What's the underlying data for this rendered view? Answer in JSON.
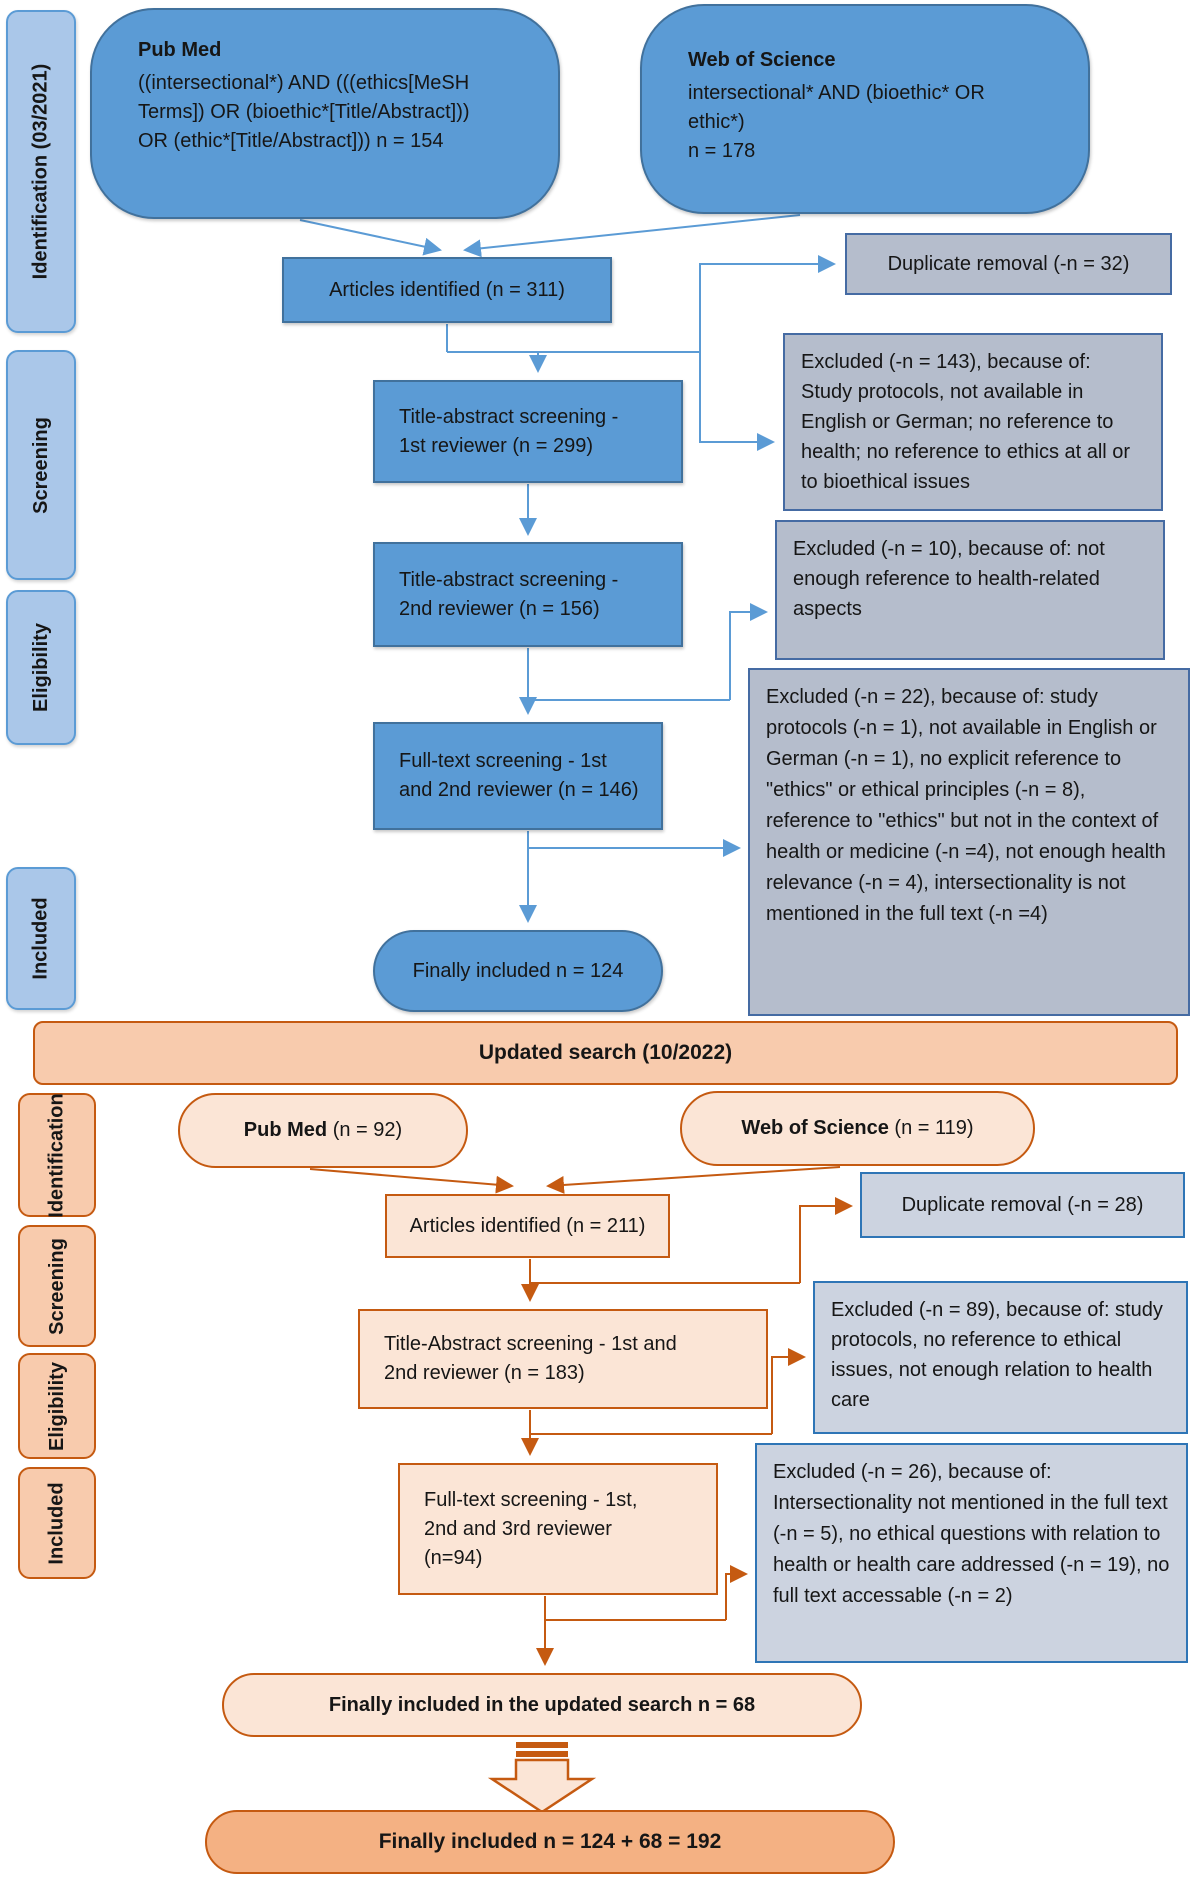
{
  "palette": {
    "blue": "#5b9bd5",
    "blueBorder": "#41719c",
    "sideBlue": "#aac7e9",
    "gray": "#b5bdcc",
    "grayBorder": "#456ba3",
    "lgray": "#ccd3e0",
    "lgrayBorder": "#2e75b6",
    "peach": "#fbe5d6",
    "peachStrong": "#f8cbad",
    "orangeMid": "#f4b183",
    "orange": "#c55a11"
  },
  "initial": {
    "sidebar": [
      "Identification (03/2021)",
      "Screening",
      "Eligibility",
      "Included"
    ],
    "pubmed": {
      "title": "Pub Med",
      "query": "((intersectional*) AND (((ethics[MeSH\nTerms]) OR (bioethic*[Title/Abstract]))\nOR (ethic*[Title/Abstract]))  n = 154"
    },
    "web_of_science": {
      "title": "Web of Science",
      "query": "intersectional* AND (bioethic* OR\nethic*)\nn = 178"
    },
    "articles_identified": "Articles identified (n = 311)",
    "duplicate_removal": "Duplicate removal (-n = 32)",
    "title_abstract_1": "Title-abstract screening -\n1st reviewer  (n = 299)",
    "excluded_143": "Excluded (-n = 143), because of: Study protocols, not available in English or German; no reference to health; no reference to ethics at all or to bioethical issues",
    "title_abstract_2": "Title-abstract screening -\n2nd reviewer (n = 156)",
    "excluded_10": "Excluded (-n = 10), because of: not enough reference to health-related aspects",
    "full_text": "Full-text screening - 1st\nand 2nd reviewer (n = 146)",
    "excluded_22": "Excluded (-n = 22), because of: study protocols (-n = 1), not available in English or German (-n = 1), no explicit reference to \"ethics\" or ethical principles (-n = 8), reference to \"ethics\" but not in the context of health or medicine (-n =4), not enough health relevance (-n = 4), intersectionality is not mentioned in the full text (-n =4)",
    "finally_included": "Finally included n = 124"
  },
  "update": {
    "banner": "Updated search (10/2022)",
    "sidebar": [
      "Identification",
      "Screening",
      "Eligibility",
      "Included"
    ],
    "pubmed": {
      "title": "Pub Med",
      "suffix": " (n = 92)"
    },
    "web_of_science": {
      "title": "Web of Science",
      "suffix": " (n = 119)"
    },
    "articles_identified": "Articles identified (n = 211)",
    "duplicate_removal": "Duplicate removal (-n = 28)",
    "title_abstract": "Title-Abstract screening - 1st and\n2nd reviewer  (n = 183)",
    "excluded_89": "Excluded (-n = 89), because of: study protocols, no reference to ethical issues, not enough relation to health care",
    "full_text": "Full-text screening - 1st,\n2nd and 3rd reviewer\n(n=94)",
    "excluded_26": "Excluded (-n = 26), because of: Intersectionality not mentioned in the full text (-n = 5), no ethical questions with relation to health or health care addressed (-n = 19), no full text accessable  (-n = 2)",
    "finally_included_update": "Finally included in the updated search n = 68",
    "finally_included_total": "Finally included n = 124 + 68 = 192"
  }
}
